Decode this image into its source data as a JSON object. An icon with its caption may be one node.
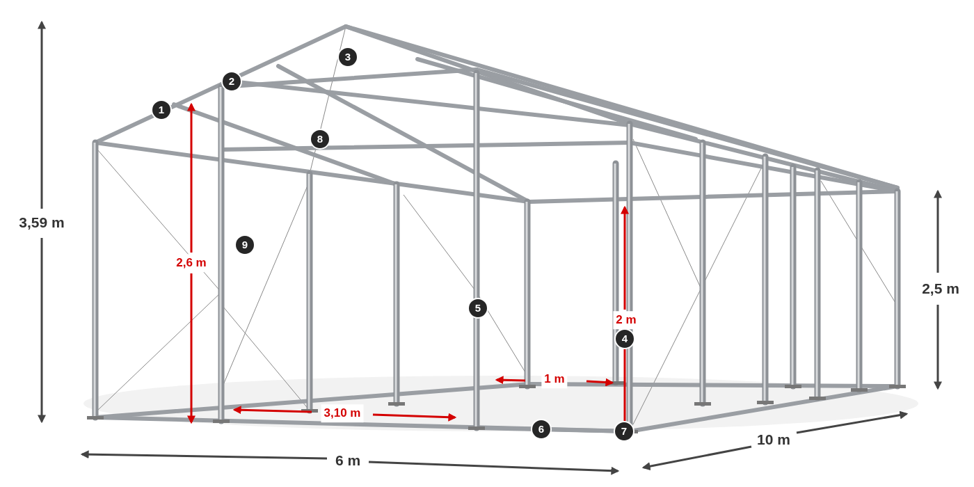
{
  "diagram": {
    "labels": [
      "3",
      "2",
      "1",
      "8",
      "3,59 m",
      "9",
      "2,6 m",
      "2,5 m",
      "5",
      "2 m",
      "4",
      "1 m",
      "3,10 m",
      "6",
      "7",
      "10 m",
      "6 m"
    ]
  }
}
